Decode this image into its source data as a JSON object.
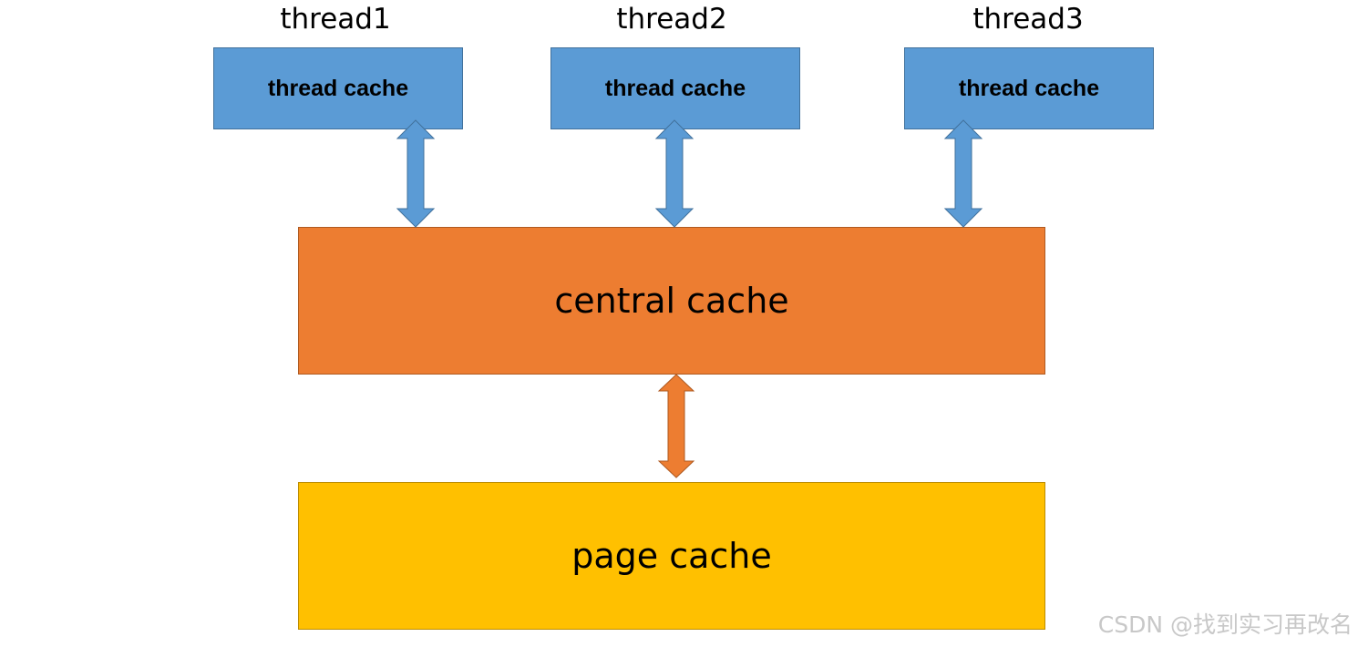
{
  "threads": [
    {
      "label": "thread1",
      "cache_label": "thread cache"
    },
    {
      "label": "thread2",
      "cache_label": "thread cache"
    },
    {
      "label": "thread3",
      "cache_label": "thread cache"
    }
  ],
  "central": {
    "label": "central cache"
  },
  "page": {
    "label": "page cache"
  },
  "watermark": "CSDN @找到实习再改名",
  "colors": {
    "thread_box_fill": "#5b9bd5",
    "thread_box_border": "#41719c",
    "central_fill": "#ed7d31",
    "central_border": "#ae5a21",
    "page_fill": "#ffc000",
    "page_border": "#bc8c00",
    "blue_arrow": "#5b9bd5",
    "orange_arrow": "#ed7d31"
  }
}
